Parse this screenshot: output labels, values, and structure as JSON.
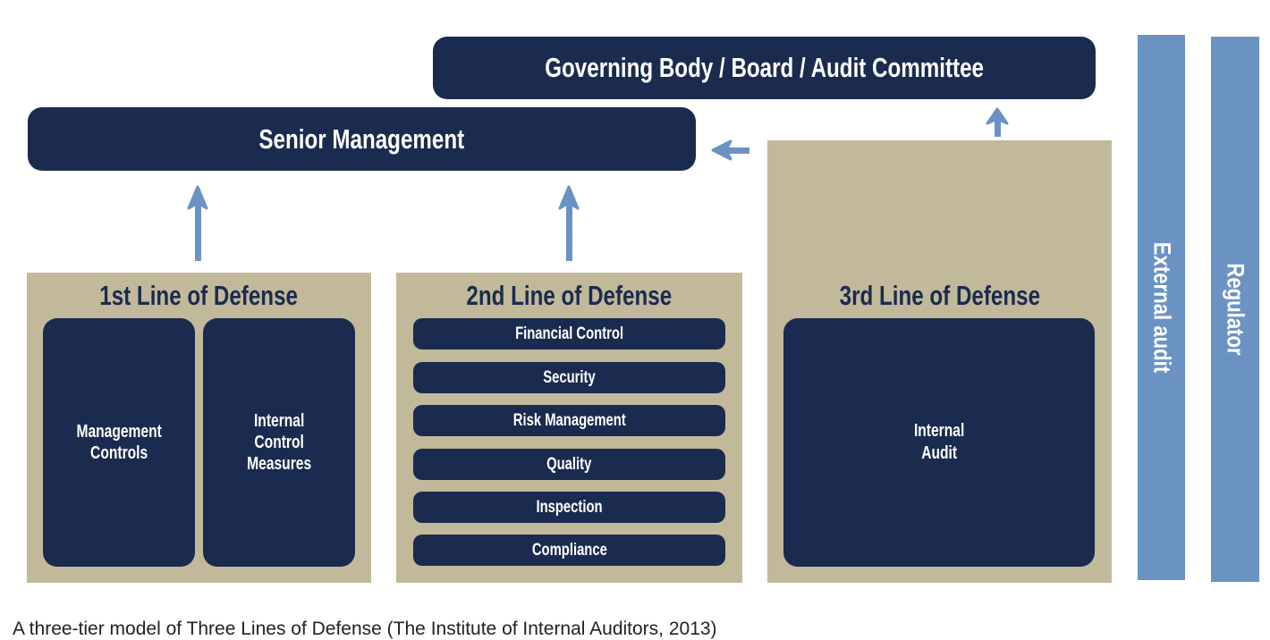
{
  "diagram": {
    "title": "Three Lines of Defense",
    "colors": {
      "navy": "#1b2b4f",
      "tan": "#c2b99a",
      "arrow_blue": "#6a93c4",
      "bar_blue": "#6a93c4"
    },
    "governing_body": {
      "label": "Governing Body / Board / Audit Committee"
    },
    "senior_management": {
      "label": "Senior Management"
    },
    "first_line": {
      "title": "1st Line of Defense",
      "boxes": [
        {
          "label": "Management Controls",
          "lines": [
            "Management",
            "Controls"
          ]
        },
        {
          "label": "Internal Control Measures",
          "lines": [
            "Internal",
            "Control",
            "Measures"
          ]
        }
      ]
    },
    "second_line": {
      "title": "2nd Line of Defense",
      "items": [
        "Financial Control",
        "Security",
        "Risk Management",
        "Quality",
        "Inspection",
        "Compliance"
      ]
    },
    "third_line": {
      "title": "3rd Line of Defense",
      "box": {
        "label": "Internal Audit",
        "lines": [
          "Internal",
          "Audit"
        ]
      }
    },
    "side_bars": [
      {
        "label": "External audit"
      },
      {
        "label": "Regulator"
      }
    ],
    "arrows": [
      {
        "from": "1st Line of Defense",
        "to": "Senior Management",
        "direction": "up"
      },
      {
        "from": "2nd Line of Defense",
        "to": "Senior Management",
        "direction": "up"
      },
      {
        "from": "3rd Line of Defense",
        "to": "Senior Management",
        "direction": "left"
      },
      {
        "from": "3rd Line of Defense",
        "to": "Governing Body / Board / Audit Committee",
        "direction": "up"
      }
    ],
    "caption": "A three-tier model of Three Lines of Defense (The Institute of Internal Auditors, 2013)"
  }
}
